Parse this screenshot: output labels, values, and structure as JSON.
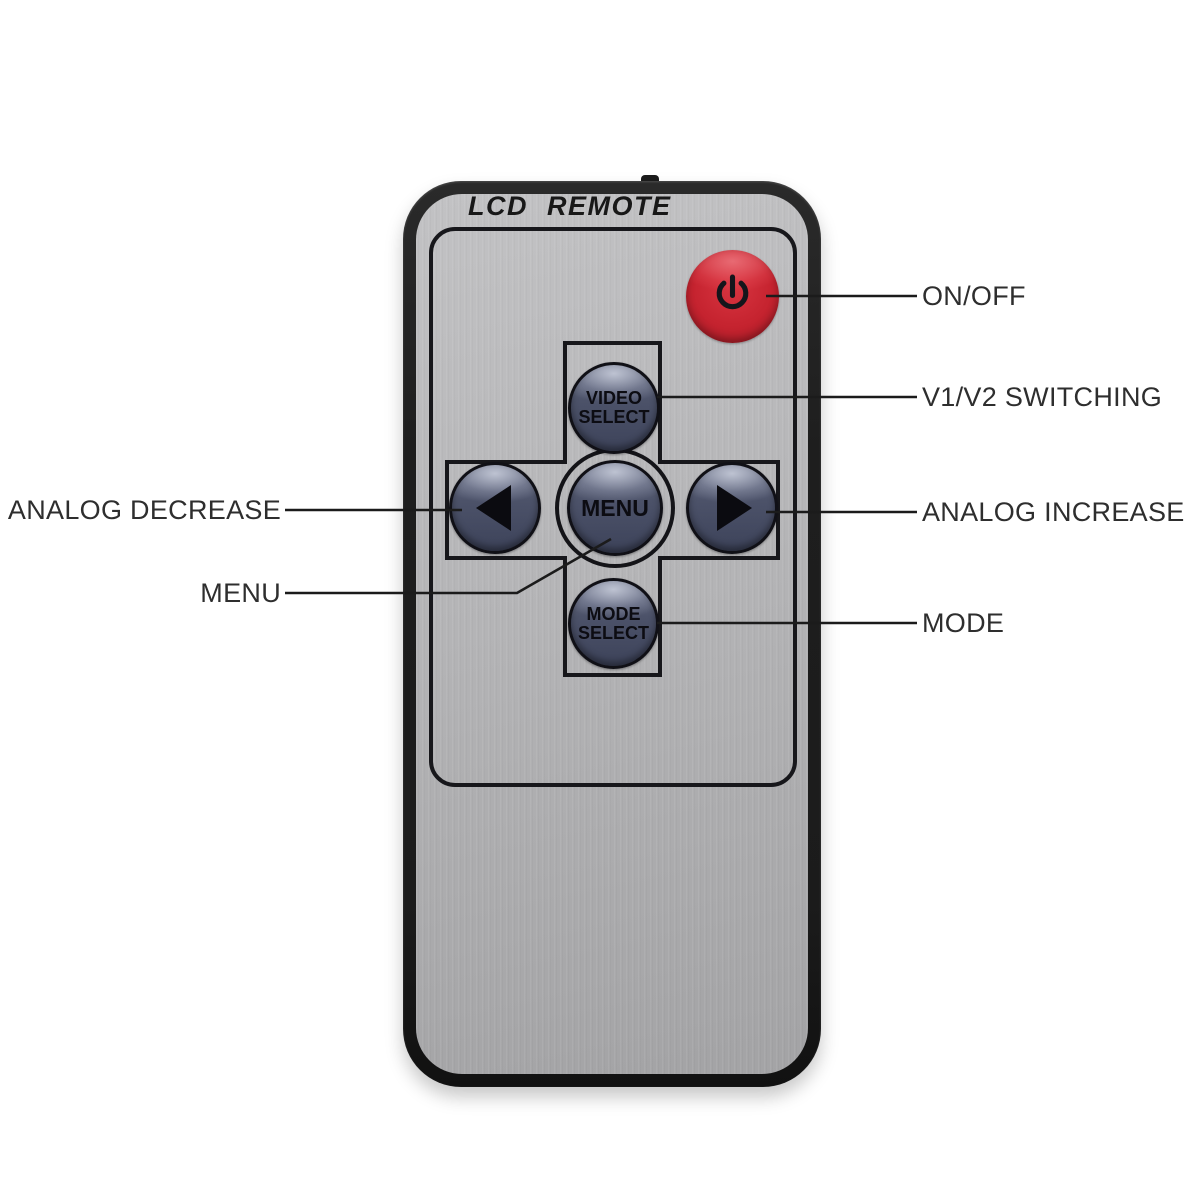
{
  "remote": {
    "title": "LCD REMOTE",
    "colors": {
      "body": "#1e1e1e",
      "face_silver": "#b4b4b6",
      "button_navy": "#4c5269",
      "power_red": "#c5232f",
      "ink": "#17171b"
    },
    "buttons": {
      "power": {
        "icon": "power-icon"
      },
      "video_select": {
        "line1": "VIDEO",
        "line2": "SELECT"
      },
      "menu": {
        "label": "MENU"
      },
      "mode_select": {
        "line1": "MODE",
        "line2": "SELECT"
      },
      "analog_decrease": {
        "icon": "left-arrow-icon"
      },
      "analog_increase": {
        "icon": "right-arrow-icon"
      }
    }
  },
  "callouts": {
    "on_off": "ON/OFF",
    "v1_v2": "V1/V2 SWITCHING",
    "analog_increase": "ANALOG INCREASE",
    "mode": "MODE",
    "analog_decrease": "ANALOG DECREASE",
    "menu": "MENU"
  }
}
